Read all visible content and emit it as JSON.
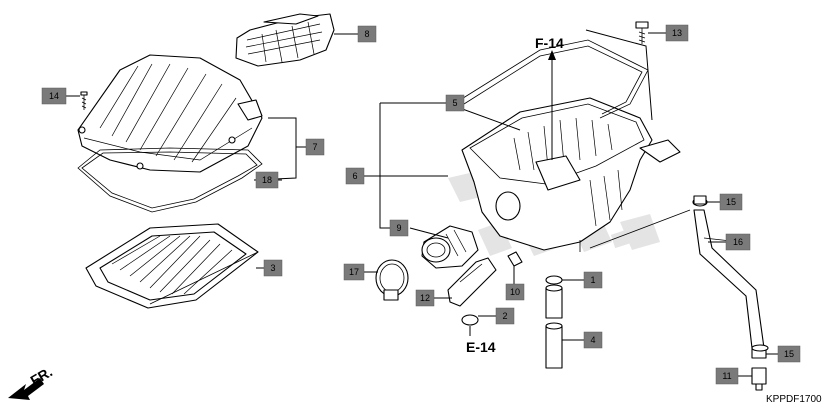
{
  "callouts": {
    "c1": "1",
    "c2": "2",
    "c3": "3",
    "c4": "4",
    "c5": "5",
    "c6": "6",
    "c7": "7",
    "c8": "8",
    "c9": "9",
    "c10": "10",
    "c11": "11",
    "c12": "12",
    "c13": "13",
    "c14": "14",
    "c15a": "15",
    "c15b": "15",
    "c16": "16",
    "c17": "17",
    "c18": "18"
  },
  "references": {
    "f14": "F-14",
    "e14": "E-14"
  },
  "direction_label": "FR.",
  "diagram_code": "KPPDF1700",
  "colors": {
    "callout_fill": "#7a7a7a",
    "line": "#000000",
    "watermark": "#e2e2e2"
  }
}
